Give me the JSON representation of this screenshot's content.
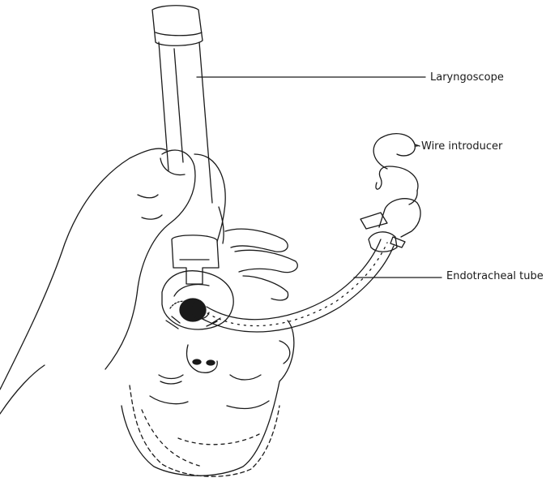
{
  "labels": {
    "laryngoscope": "Laryngoscope",
    "wire_introducer": "Wire introducer",
    "endotracheal_tube": "Endotracheal tube"
  },
  "colors": {
    "line": "#1a1a1a",
    "background": "#ffffff"
  }
}
